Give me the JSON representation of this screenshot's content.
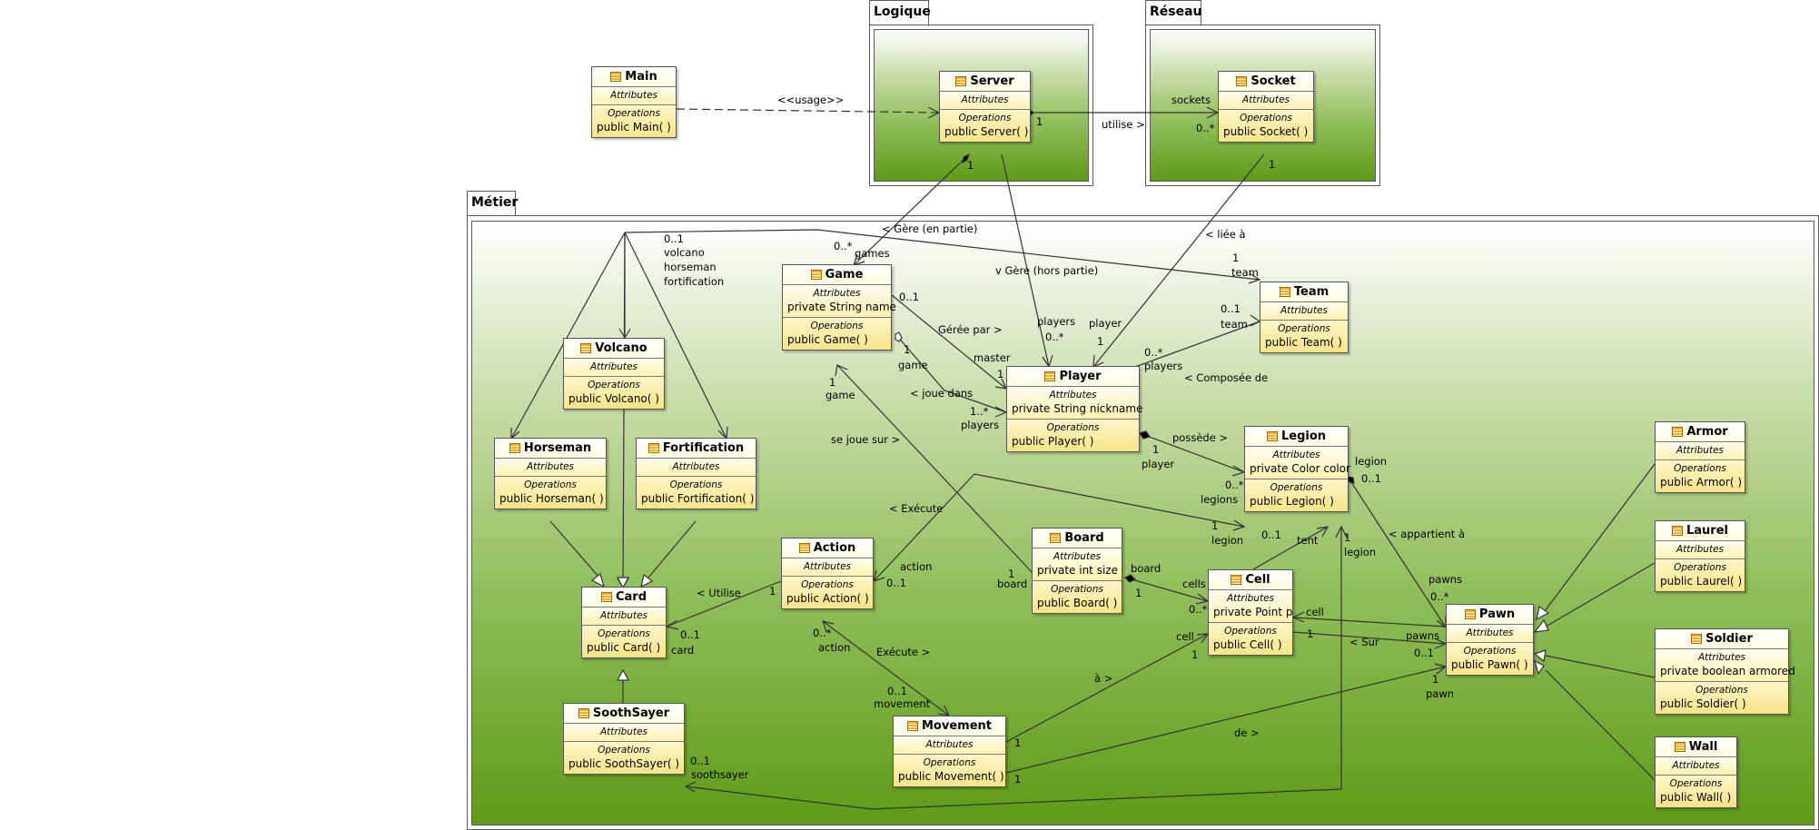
{
  "packages": {
    "logique": "Logique",
    "reseau": "Réseau",
    "metier": "Métier"
  },
  "labels": {
    "attributes": "Attributes",
    "operations": "Operations"
  },
  "classes": {
    "main": {
      "name": "Main",
      "attributes": [],
      "operations": [
        "public Main(  )"
      ]
    },
    "server": {
      "name": "Server",
      "attributes": [],
      "operations": [
        "public Server(  )"
      ]
    },
    "socket": {
      "name": "Socket",
      "attributes": [],
      "operations": [
        "public Socket(  )"
      ]
    },
    "game": {
      "name": "Game",
      "attributes": [
        "private String name"
      ],
      "operations": [
        "public Game(  )"
      ]
    },
    "team": {
      "name": "Team",
      "attributes": [],
      "operations": [
        "public Team(  )"
      ]
    },
    "player": {
      "name": "Player",
      "attributes": [
        "private String nickname"
      ],
      "operations": [
        "public Player(  )"
      ]
    },
    "volcano": {
      "name": "Volcano",
      "attributes": [],
      "operations": [
        "public Volcano(  )"
      ]
    },
    "horseman": {
      "name": "Horseman",
      "attributes": [],
      "operations": [
        "public Horseman(  )"
      ]
    },
    "fortification": {
      "name": "Fortification",
      "attributes": [],
      "operations": [
        "public Fortification(  )"
      ]
    },
    "legion": {
      "name": "Legion",
      "attributes": [
        "private Color color"
      ],
      "operations": [
        "public Legion(  )"
      ]
    },
    "armor": {
      "name": "Armor",
      "attributes": [],
      "operations": [
        "public Armor(  )"
      ]
    },
    "laurel": {
      "name": "Laurel",
      "attributes": [],
      "operations": [
        "public Laurel(  )"
      ]
    },
    "action": {
      "name": "Action",
      "attributes": [],
      "operations": [
        "public Action(  )"
      ]
    },
    "board": {
      "name": "Board",
      "attributes": [
        "private int size"
      ],
      "operations": [
        "public Board(  )"
      ]
    },
    "card": {
      "name": "Card",
      "attributes": [],
      "operations": [
        "public Card(  )"
      ]
    },
    "cell": {
      "name": "Cell",
      "attributes": [
        "private Point p"
      ],
      "operations": [
        "public Cell(  )"
      ]
    },
    "pawn": {
      "name": "Pawn",
      "attributes": [],
      "operations": [
        "public Pawn(  )"
      ]
    },
    "soldier": {
      "name": "Soldier",
      "attributes": [
        "private boolean armored"
      ],
      "operations": [
        "public Soldier(  )"
      ]
    },
    "soothsayer": {
      "name": "SoothSayer",
      "attributes": [],
      "operations": [
        "public SoothSayer(  )"
      ]
    },
    "movement": {
      "name": "Movement",
      "attributes": [],
      "operations": [
        "public Movement(  )"
      ]
    },
    "wall": {
      "name": "Wall",
      "attributes": [],
      "operations": [
        "public Wall(  )"
      ]
    }
  },
  "edge_labels": {
    "usage": "<<usage>>",
    "srv_one": "1",
    "utilise": "utilise >",
    "sockets": "sockets",
    "sockets_mult": "0..*",
    "sock_one": "1",
    "liee": "< liée à",
    "player_role": "player",
    "player_one": "1",
    "srv_game_one": "1",
    "gere_partie": "< Gère (en partie)",
    "games_mult": "0..*",
    "games": "games",
    "gere_hors": "v Gère (hors partie)",
    "players_role": "players",
    "players_mult": "0..*",
    "card_sub_mult": "0..1",
    "volcano_role": "volcano",
    "horseman_role": "horseman",
    "fortification_role": "fortification",
    "team_one": "1",
    "team_role": "team",
    "team_mult": "0..1",
    "team_role2": "team",
    "composee_mult": "0..*",
    "composee_players": "players",
    "composee": "< Composée de",
    "geree_mult": "0..1",
    "geree": "Gérée par >",
    "master_role": "master",
    "master_one": "1",
    "game_one": "1",
    "game_role": "game",
    "joue_dans": "< joue dans",
    "joue_mult": "1..*",
    "joue_players": "players",
    "game_one2": "1",
    "game_role2": "game",
    "se_joue": "se joue sur >",
    "possede": "possède >",
    "possede_one": "1",
    "possede_player": "player",
    "legions_mult": "0..*",
    "legions_role": "legions",
    "execute_upper": "< Exécute",
    "action_role": "action",
    "action_mult": "0..1",
    "legion_one": "1",
    "legion_role": "legion",
    "legion_role_b": "legion",
    "legion_mult_b": "0..1",
    "appartient": "< appartient à",
    "pawns_role": "pawns",
    "pawns_mult": "0..*",
    "utilise_card": "< Utilise",
    "utilise_one": "1",
    "card_mult": "0..1",
    "card_role": "card",
    "board_one": "1",
    "board_role": "board",
    "board_role2": "board",
    "board_one2": "1",
    "cells_role": "cells",
    "cells_mult": "0..*",
    "tent_mult": "0..1",
    "tent": "tent",
    "legion_one_c": "1",
    "legion_role_c": "legion",
    "cell_role": "cell",
    "cell_one": "1",
    "sur": "< Sur",
    "pawns_role2": "pawns",
    "pawns_mult2": "0..1",
    "pawn_one": "1",
    "pawn_role": "pawn",
    "action_mult2": "0..*",
    "action_role2": "action",
    "execute_lower": "Exécute >",
    "movement_mult": "0..1",
    "movement_role": "movement",
    "a_label": "à >",
    "cell_role2": "cell",
    "cell_one2": "1",
    "mov_one": "1",
    "mov_one2": "1",
    "de_label": "de >",
    "sooth_mult": "0..1",
    "sooth_role": "soothsayer"
  }
}
